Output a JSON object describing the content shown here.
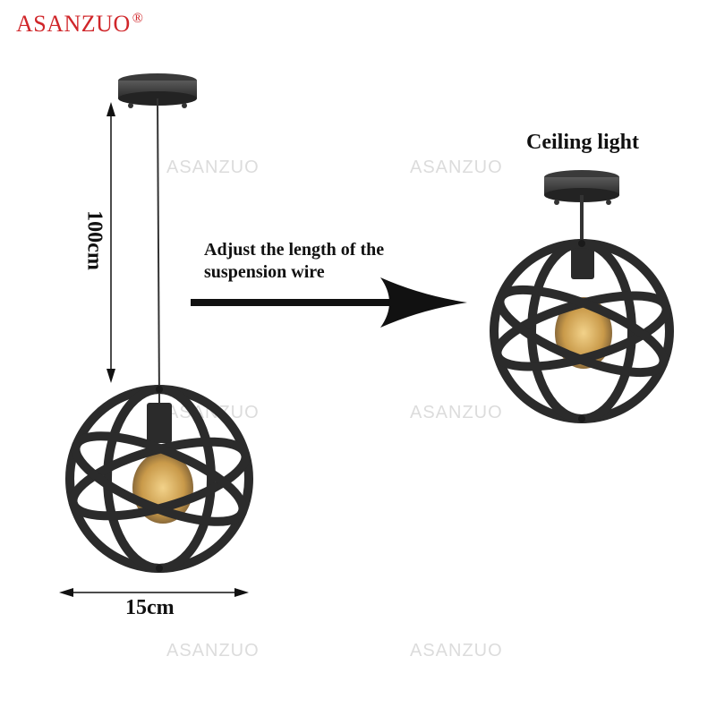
{
  "brand": {
    "name": "ASANZUO",
    "mark": "®",
    "color": "#d0262a"
  },
  "watermark": "ASANZUO",
  "labels": {
    "height": "100cm",
    "width": "15cm",
    "adjust_line1": "Adjust the length of the",
    "adjust_line2": "suspension wire",
    "ceiling": "Ceiling light"
  },
  "colors": {
    "metal": "#2b2b2b",
    "bulb": "#c99a4a",
    "text": "#111111"
  }
}
